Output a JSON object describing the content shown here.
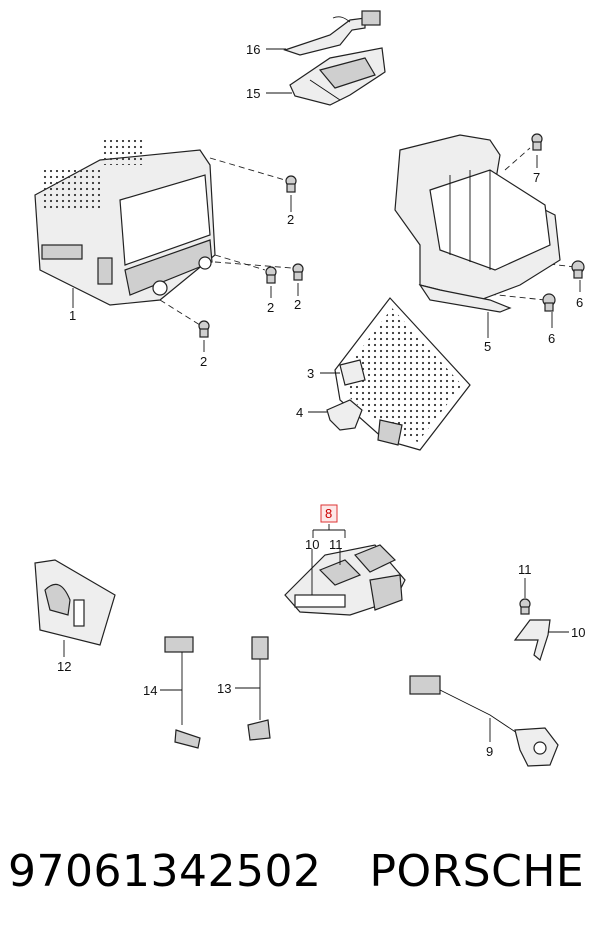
{
  "diagram": {
    "callouts": {
      "c16": "16",
      "c15": "15",
      "c7": "7",
      "c2a": "2",
      "c2b": "2",
      "c2c": "2",
      "c2d": "2",
      "c1": "1",
      "c6a": "6",
      "c6b": "6",
      "c5": "5",
      "c3": "3",
      "c4": "4",
      "c8": "8",
      "c10a": "10",
      "c11a": "11",
      "c11b": "11",
      "c10b": "10",
      "c12": "12",
      "c14": "14",
      "c13": "13",
      "c9": "9"
    },
    "highlight_color": "#d33333"
  },
  "footer": {
    "part_number": "97061342502",
    "brand": "PORSCHE"
  }
}
